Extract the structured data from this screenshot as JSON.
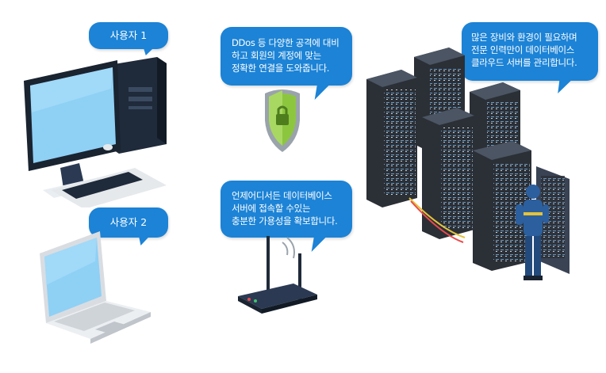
{
  "bubbles": {
    "user1": "사용자 1",
    "user2": "사용자 2",
    "security": [
      "DDos 등 다양한 공격에 대비",
      "하고 회원의 계정에 맞는",
      "정확한 연결을 도와줍니다."
    ],
    "wireless": [
      "언제어디서든 데이터베이스",
      "서버에 접속할 수있는",
      "충분한 가용성을 확보합니다."
    ],
    "datacenter": [
      "많은 장비와 환경이 필요하며",
      "전문 인력만이 데이터베이스",
      "클라우드 서버를 관리합니다."
    ]
  },
  "colors": {
    "bubble": "#1c83d6",
    "shield": "#8cc63f",
    "rack": "#2b2f36",
    "screen": "#8fd0f5"
  },
  "icons": {
    "desktop": "desktop-computer-icon",
    "laptop": "laptop-icon",
    "shield": "shield-lock-icon",
    "router": "wifi-router-icon",
    "servers": "server-racks-icon",
    "technician": "technician-icon"
  }
}
